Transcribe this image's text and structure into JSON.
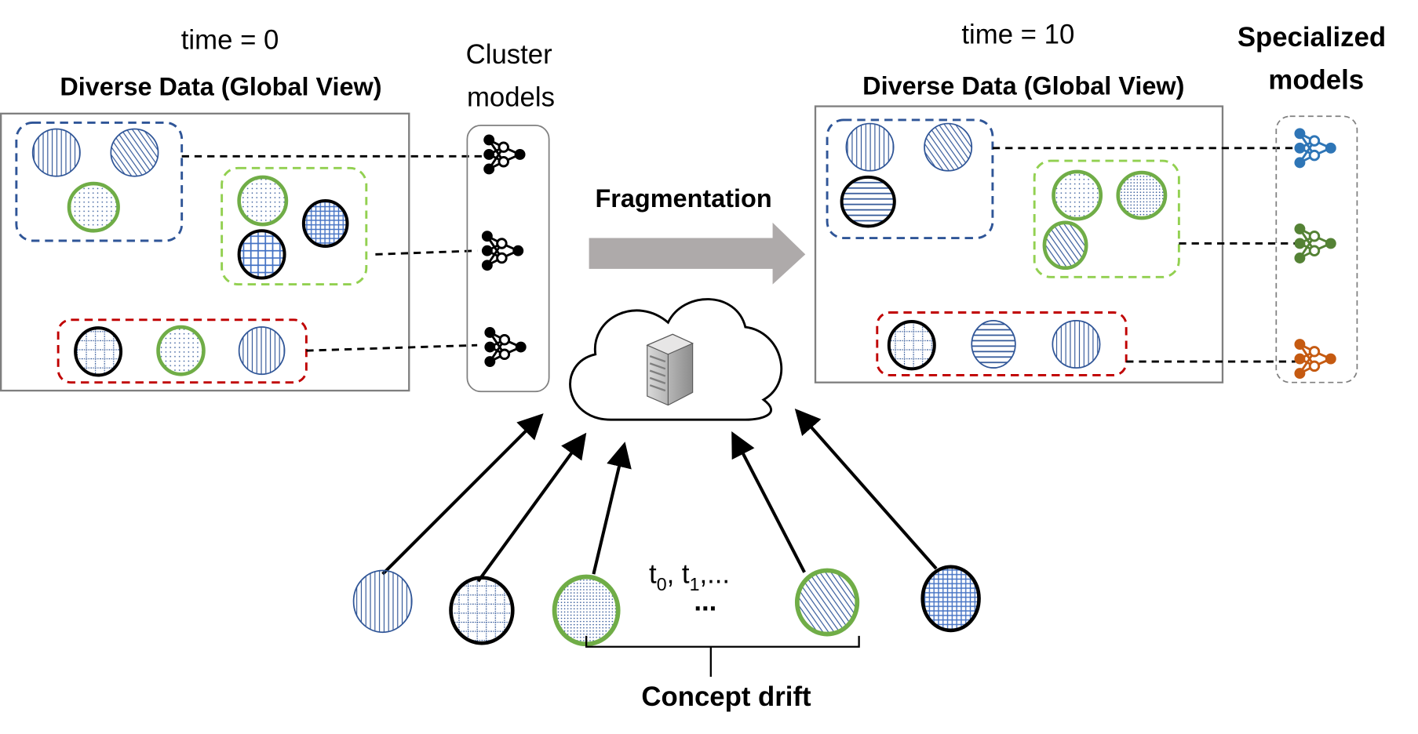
{
  "left_panel": {
    "time_label": "time = 0",
    "title": "Diverse Data (Global View)",
    "models_label_line1": "Cluster",
    "models_label_line2": "models"
  },
  "middle": {
    "fragmentation_label": "Fragmentation",
    "server_icon": "server-icon",
    "cloud_icon": "cloud-icon"
  },
  "right_panel": {
    "time_label": "time = 10",
    "title": "Diverse Data (Global View)",
    "models_label_line1": "Specialized",
    "models_label_line2": "models"
  },
  "bottom": {
    "time_series": {
      "t": "t",
      "sub0": "0",
      "sep": ", t",
      "sub1": "1",
      "tail": ",..."
    },
    "ellipsis": "...",
    "concept_drift_label": "Concept drift"
  },
  "colors": {
    "blue_cluster": "#2f5597",
    "green_cluster": "#92d050",
    "red_cluster": "#c00000",
    "pattern_blue": "#2f5597",
    "green_border": "#70ad47",
    "arrow_gray": "#aeaaaa",
    "model_blue": "#2e75b6",
    "model_green": "#548235",
    "model_orange": "#c55a11",
    "model_black": "#000000"
  }
}
